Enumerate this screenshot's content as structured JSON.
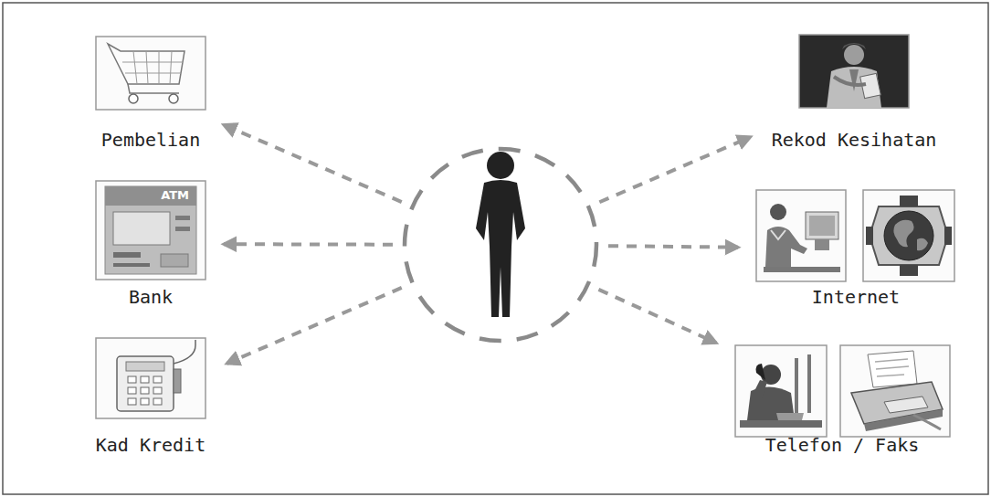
{
  "diagram": {
    "nodes": [
      {
        "text": []
      },
      {
        "text": [
          "Pembelian"
        ]
      },
      {
        "text": [
          "Bank"
        ]
      },
      {
        "text": [
          "Kad Kredit"
        ]
      },
      {
        "text": [
          "Rekod Kesihatan"
        ]
      },
      {
        "text": [
          "Internet"
        ]
      },
      {
        "text": [
          "Telefon / Faks"
        ]
      }
    ],
    "edges": [
      {
        "from": 0,
        "to": 1,
        "arrow": "to"
      },
      {
        "from": 0,
        "to": 2,
        "arrow": "to"
      },
      {
        "from": 0,
        "to": 3,
        "arrow": "to"
      },
      {
        "from": 0,
        "to": 4,
        "arrow": "to"
      },
      {
        "from": 0,
        "to": 5,
        "arrow": "to"
      },
      {
        "from": 0,
        "to": 6,
        "arrow": "to"
      }
    ],
    "labels": [
      "ATM"
    ]
  }
}
